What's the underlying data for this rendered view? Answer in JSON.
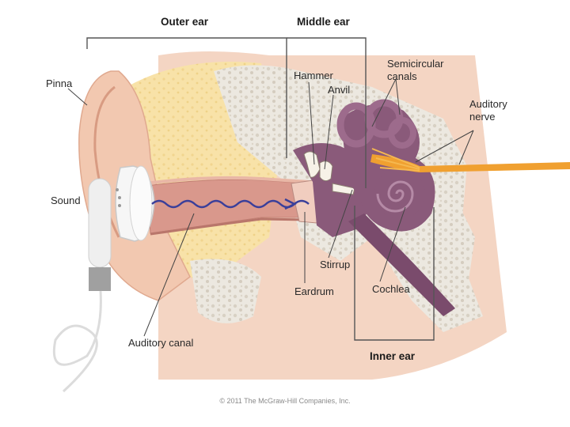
{
  "diagram": {
    "regions": {
      "outer_ear": "Outer ear",
      "middle_ear": "Middle ear",
      "inner_ear": "Inner ear"
    },
    "labels": {
      "pinna": "Pinna",
      "sound": "Sound",
      "auditory_canal": "Auditory canal",
      "hammer": "Hammer",
      "anvil": "Anvil",
      "stirrup": "Stirrup",
      "eardrum": "Eardrum",
      "semicircular_canals_line1": "Semicircular",
      "semicircular_canals_line2": "canals",
      "auditory_nerve_line1": "Auditory",
      "auditory_nerve_line2": "nerve",
      "cochlea": "Cochlea"
    },
    "copyright": "© 2011 The McGraw-Hill Companies, Inc."
  },
  "colors": {
    "skin": "#f2cdb8",
    "bone_yellow": "#f7e0a3",
    "bone_gray": "#e9e5dd",
    "canal": "#d99b8f",
    "inner_purple": "#8a5a7a",
    "nerve": "#f0a030",
    "sound_wave": "#3a3f9a",
    "earbud": "#f4f4f4",
    "bracket": "#555555"
  }
}
